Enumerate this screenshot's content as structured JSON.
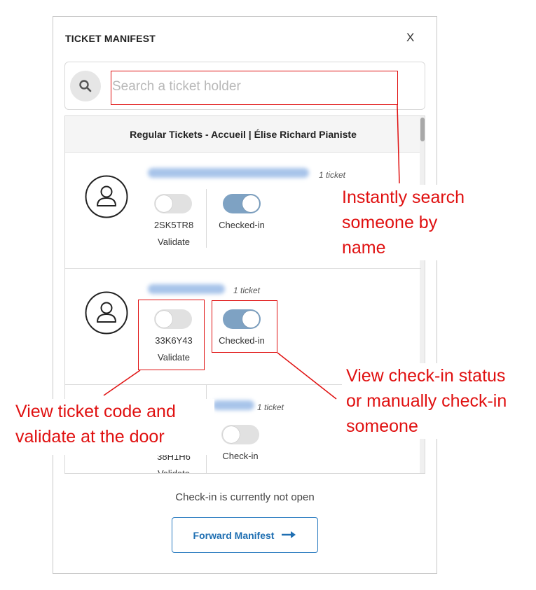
{
  "panel": {
    "title": "TICKET MANIFEST",
    "close_label": "X"
  },
  "search": {
    "placeholder": "Search a ticket holder",
    "icon": "search-icon"
  },
  "list": {
    "header": "Regular Tickets - Accueil | Élise Richard Pianiste",
    "rows": [
      {
        "ticket_count": "1 ticket",
        "code": "2SK5TR8",
        "validate_label": "Validate",
        "validated": false,
        "checkin_label": "Checked-in",
        "checked_in": true
      },
      {
        "ticket_count": "1 ticket",
        "code": "33K6Y43",
        "validate_label": "Validate",
        "validated": false,
        "checkin_label": "Checked-in",
        "checked_in": true
      },
      {
        "ticket_count": "1 ticket",
        "code": "38H1H6",
        "validate_label": "Validate",
        "validated": false,
        "checkin_label": "Check-in",
        "checked_in": false
      }
    ]
  },
  "footer": {
    "status": "Check-in is currently not open",
    "forward_label": "Forward Manifest",
    "forward_icon": "arrow-right-icon"
  },
  "annotations": {
    "search_callout": [
      "Instantly search",
      "someone by",
      "name"
    ],
    "checkin_callout": [
      "View check-in status",
      "or manually check-in",
      "someone"
    ],
    "validate_callout": [
      "View ticket code and",
      "validate at the door"
    ],
    "color": "#e01010"
  },
  "colors": {
    "toggle_on": "#7ea2c3",
    "toggle_off": "#e1e1e1",
    "accent": "#1f6fb2"
  }
}
